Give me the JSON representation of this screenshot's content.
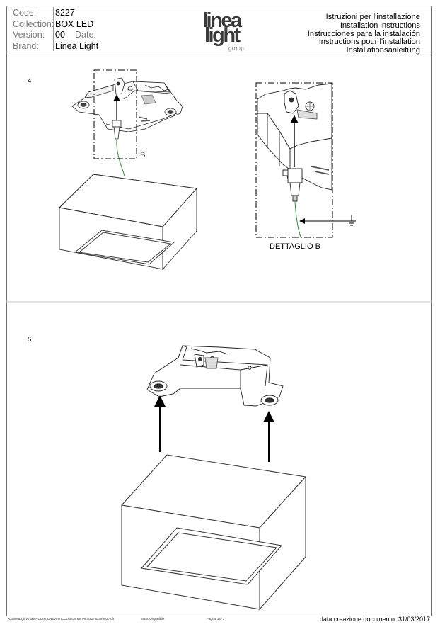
{
  "header": {
    "code_label": "Code:",
    "code_value": "8227",
    "collection_label": "Collection:",
    "collection_value": "BOX LED",
    "version_label": "Version:",
    "version_value": "00",
    "date_label": "Date:",
    "date_value": "",
    "brand_label": "Brand:",
    "brand_value": "Linea Light"
  },
  "logo": {
    "line1": "linea",
    "line2": "light",
    "line3": "group"
  },
  "instructions": [
    "Istruzioni per l'installazione",
    "Installation instructions",
    "Instrucciones para la instalación",
    "Instructions pour l'installation",
    "Installationsanleitung"
  ],
  "steps": {
    "step4": {
      "number": "4",
      "detail_marker": "B",
      "detail_caption": "DETTAGLIO B"
    },
    "step5": {
      "number": "5"
    }
  },
  "footer": {
    "path": "N:\\LineaLight\\Arka\\PRODUZIONE\\ARTICOLI\\BOX METAL\\8227-8228\\8227.dft",
    "state": "Stato: Disponibile",
    "page": "Pagina 3 di 3",
    "creation_date": "data creazione documento: 31/03/2017"
  }
}
